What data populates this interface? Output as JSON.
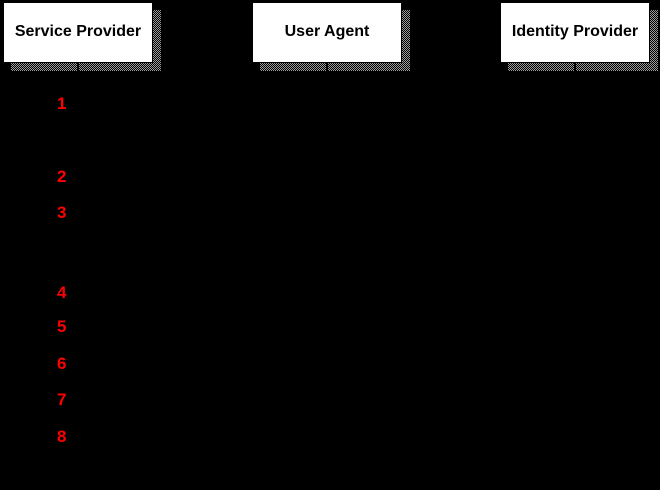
{
  "diagram": {
    "colors": {
      "background": "#000000",
      "box_fill": "#ffffff",
      "box_border": "#000000",
      "box_text": "#000000",
      "shadow_light": "#9c9c9c",
      "shadow_dark": "#000000",
      "lifeline": "#000000",
      "step_number": "#ff0000"
    },
    "actors": [
      {
        "label": "Service Provider"
      },
      {
        "label": "User Agent"
      },
      {
        "label": "Identity Provider"
      }
    ],
    "steps": [
      {
        "number": "1"
      },
      {
        "number": "2"
      },
      {
        "number": "3"
      },
      {
        "number": "4"
      },
      {
        "number": "5"
      },
      {
        "number": "6"
      },
      {
        "number": "7"
      },
      {
        "number": "8"
      }
    ]
  }
}
